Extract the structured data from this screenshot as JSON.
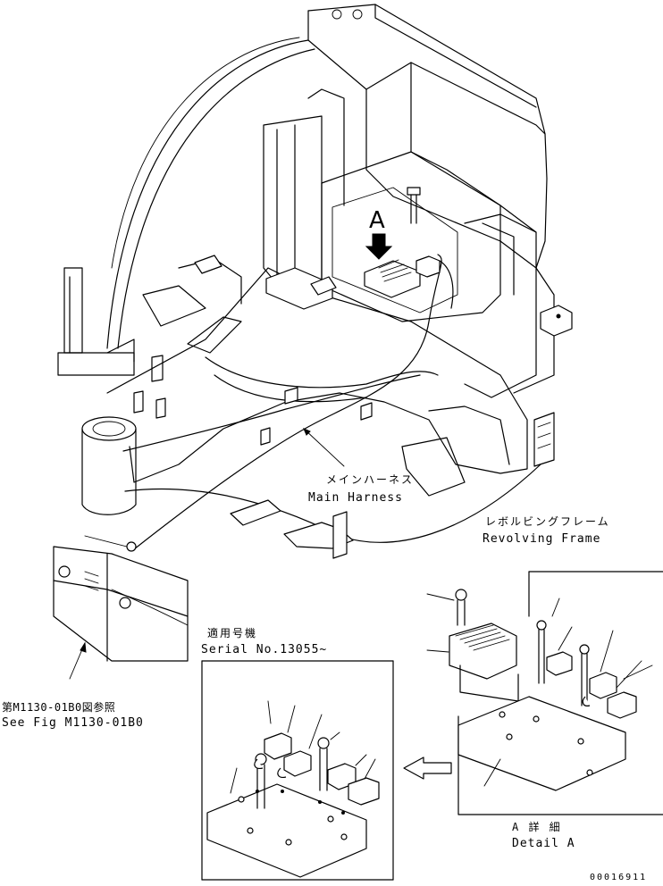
{
  "callout_letter": "A",
  "labels": {
    "main_harness_jp": "メインハーネス",
    "main_harness_en": "Main Harness",
    "revolving_frame_jp": "レボルビングフレーム",
    "revolving_frame_en": "Revolving Frame",
    "serial_jp": "適用号機",
    "serial_en": "Serial No.13055~",
    "see_fig_jp": "第M1130-01B0図参照",
    "see_fig_en": "See Fig M1130-01B0",
    "detail_jp": "A 詳 細",
    "detail_en": "Detail A"
  },
  "figure_code": "00016911"
}
